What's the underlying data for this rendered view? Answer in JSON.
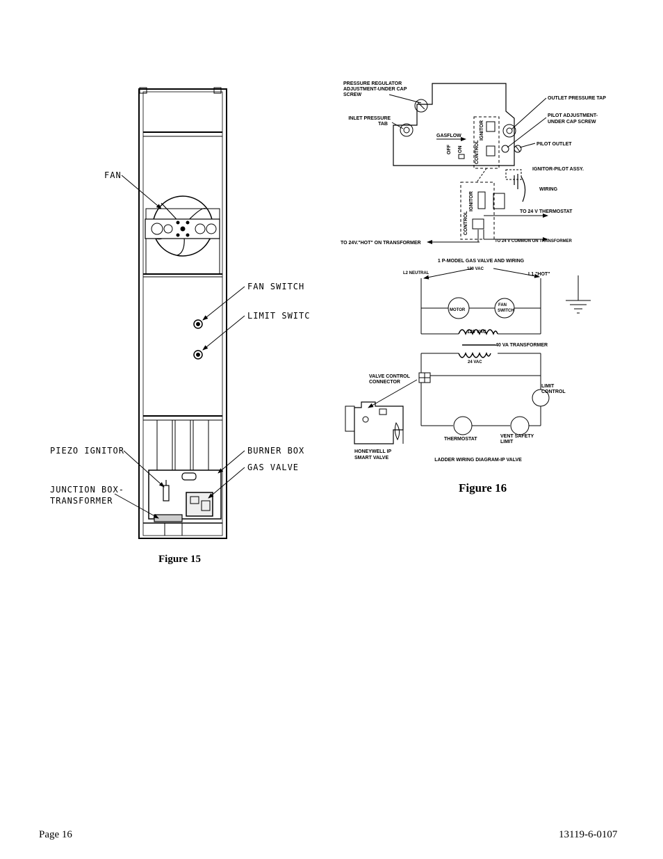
{
  "figure15": {
    "caption": "Figure 15",
    "labels": {
      "fan": "FAN",
      "fan_switch": "FAN SWITCH",
      "limit_switch": "LIMIT SWITC",
      "piezo_ignitor": "PIEZO IGNITOR",
      "burner_box": "BURNER BOX",
      "gas_valve": "GAS VALVE",
      "junction_box_1": "JUNCTION BOX-",
      "junction_box_2": "TRANSFORMER"
    }
  },
  "figure16": {
    "caption": "Figure 16",
    "valve": {
      "pressure_regulator_1": "PRESSURE REGULATOR",
      "pressure_regulator_2": "ADJUSTMENT-UNDER CAP",
      "pressure_regulator_3": "SCREW",
      "inlet_pressure_1": "INLET PRESSURE",
      "inlet_pressure_2": "TAB",
      "outlet_pressure_tap": "OUTLET PRESSURE TAP",
      "pilot_adjustment_1": "PILOT ADJUSTMENT-",
      "pilot_adjustment_2": "UNDER CAP SCREW",
      "pilot_outlet": "PILOT OUTLET",
      "gasflow": "GASFLOW",
      "off": "OFF",
      "on": "ON",
      "ignitor": "IGNITOR",
      "control": "CONTROL",
      "ignitor_pilot_assy": "IGNITOR-PILOT ASSY.",
      "wiring": "WIRING",
      "to_24v_thermostat": "TO 24 V THERMOSTAT",
      "to_24v_hot": "TO 24V.\"HOT\" ON TRANSFORMER",
      "to_24v_common": "TO 24 V COMMON ON TRANSFORMER",
      "title": "1 P-MODEL GAS VALVE AND WIRING"
    },
    "ladder": {
      "l2_neutral": "L2 NEUTRAL",
      "l1_hot": "L1 \"HOT\"",
      "vac120_top": "120 VAC",
      "motor": "MOTOR",
      "fan_1": "FAN",
      "fan_2": "SWITCH",
      "vac120_mid": "120 VAC",
      "transformer": "40 VA TRANSFORMER",
      "vac24": "24 VAC",
      "valve_connector_1": "VALVE CONTROL",
      "valve_connector_2": "CONNECTOR",
      "limit_1": "LIMIT",
      "limit_2": "CONTROL",
      "thermostat": "THERMOSTAT",
      "vent_1": "VENT SAFETY",
      "vent_2": "LIMIT",
      "honeywell_1": "HONEYWELL IP",
      "honeywell_2": "SMART VALVE",
      "title": "LADDER WIRING DIAGRAM-IP VALVE"
    }
  },
  "footer": {
    "page": "Page 16",
    "doc_number": "13119-6-0107"
  }
}
